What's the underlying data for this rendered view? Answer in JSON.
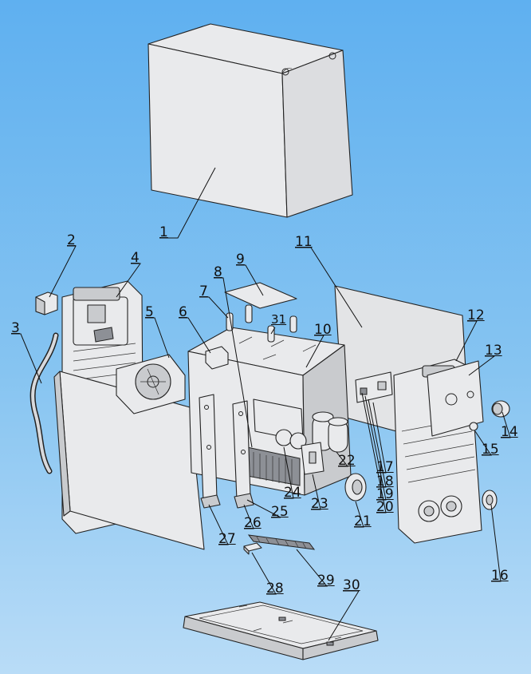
{
  "callouts": [
    {
      "id": "1",
      "label": "1"
    },
    {
      "id": "2",
      "label": "2"
    },
    {
      "id": "3",
      "label": "3"
    },
    {
      "id": "4",
      "label": "4"
    },
    {
      "id": "5",
      "label": "5"
    },
    {
      "id": "6",
      "label": "6"
    },
    {
      "id": "7",
      "label": "7"
    },
    {
      "id": "8",
      "label": "8"
    },
    {
      "id": "9",
      "label": "9"
    },
    {
      "id": "10",
      "label": "10"
    },
    {
      "id": "11",
      "label": "11"
    },
    {
      "id": "12",
      "label": "12"
    },
    {
      "id": "13",
      "label": "13"
    },
    {
      "id": "14",
      "label": "14"
    },
    {
      "id": "15",
      "label": "15"
    },
    {
      "id": "16",
      "label": "16"
    },
    {
      "id": "17",
      "label": "17"
    },
    {
      "id": "18",
      "label": "18"
    },
    {
      "id": "19",
      "label": "19"
    },
    {
      "id": "20",
      "label": "20"
    },
    {
      "id": "21",
      "label": "21"
    },
    {
      "id": "22",
      "label": "22"
    },
    {
      "id": "23",
      "label": "23"
    },
    {
      "id": "24",
      "label": "24"
    },
    {
      "id": "25",
      "label": "25"
    },
    {
      "id": "26",
      "label": "26"
    },
    {
      "id": "27",
      "label": "27"
    },
    {
      "id": "28",
      "label": "28"
    },
    {
      "id": "29",
      "label": "29"
    },
    {
      "id": "30",
      "label": "30"
    },
    {
      "id": "31",
      "label": "31"
    }
  ],
  "colors": {
    "background_top": "#5fb0f0",
    "background_bottom": "#b9dcf7",
    "part_fill": "#e9eaec",
    "outline": "#222222"
  }
}
